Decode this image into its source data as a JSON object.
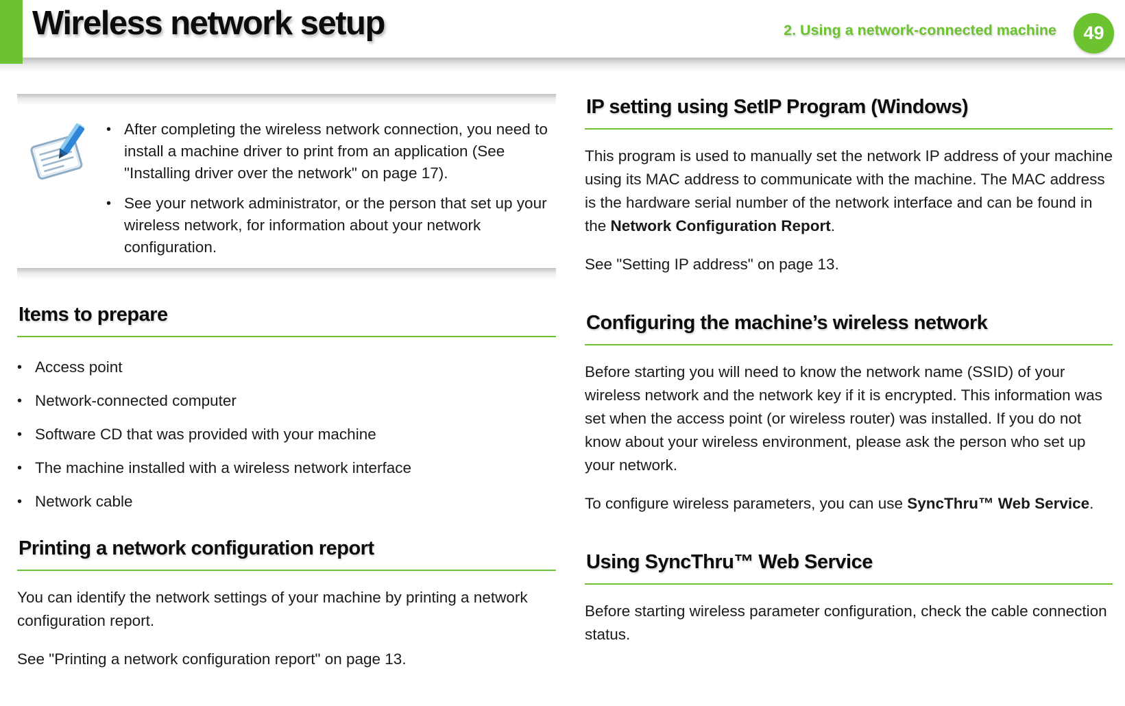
{
  "header": {
    "title": "Wireless network setup",
    "chapter": "2.  Using a network-connected machine",
    "page_number": "49"
  },
  "glyphs": {
    "bullet": "•"
  },
  "note": {
    "icon": "notepad-pencil-icon",
    "bullets": [
      "After completing the wireless network connection, you need to install a machine driver to print from an application (See \"Installing driver over the network\" on page 17).",
      "See your network administrator, or the person that set up your wireless network, for information about your network configuration."
    ]
  },
  "left_column": {
    "items": {
      "heading": "Items to prepare",
      "bullets": [
        "Access point",
        "Network-connected computer",
        "Software CD that was provided with your machine",
        "The machine installed with a wireless network interface",
        "Network cable"
      ]
    },
    "printing": {
      "heading": "Printing a network configuration report",
      "p1": "You can identify the network settings of your machine by printing a network configuration report.",
      "p2": "See \"Printing a network configuration report\" on page 13."
    }
  },
  "right_column": {
    "setip": {
      "heading": "IP setting using SetIP Program (Windows)",
      "p1_text": "This program is used to manually set the network IP address of your machine using its MAC address to communicate with the machine. The MAC address is the hardware serial number of the network interface and can be found in the ",
      "p1_bold": "Network Configuration Report",
      "p1_end": ".",
      "p2": "See \"Setting IP address\" on page 13."
    },
    "configuring": {
      "heading": "Configuring the machine’s wireless network",
      "p1": "Before starting you will need to know the network name (SSID) of your wireless network and the network key if it is encrypted. This information was set when the access point (or wireless router) was installed. If you do not know about your wireless environment, please ask the person who set up your network.",
      "p2_text": "To configure wireless parameters, you can use ",
      "p2_bold": "SyncThru™ Web Service",
      "p2_end": "."
    },
    "using_syncthru": {
      "heading": "Using SyncThru™ Web Service",
      "p1": "Before starting wireless parameter configuration, check the cable connection status."
    }
  },
  "colors": {
    "accent_green": "#6CC32F",
    "badge_text": "#FFFFFF",
    "title_color": "#0C0C0C",
    "body_color": "#1A1A1A"
  }
}
